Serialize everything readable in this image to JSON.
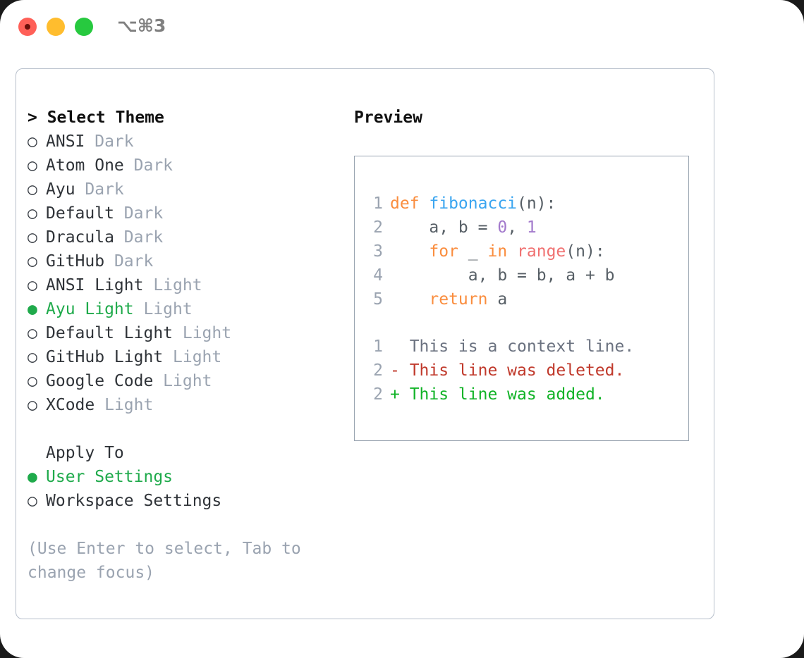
{
  "window": {
    "title": "⌥⌘3",
    "traffic_lights": [
      {
        "name": "close-button",
        "color": "#ff6058"
      },
      {
        "name": "minimize-button",
        "color": "#ffbd2e"
      },
      {
        "name": "maximize-button",
        "color": "#27c93f"
      }
    ]
  },
  "left": {
    "heading": "> Select Theme",
    "marker_selected": "●",
    "marker_unselected": "○",
    "themes": [
      {
        "label": "ANSI",
        "tag": "Dark",
        "selected": false
      },
      {
        "label": "Atom One",
        "tag": "Dark",
        "selected": false
      },
      {
        "label": "Ayu",
        "tag": "Dark",
        "selected": false
      },
      {
        "label": "Default",
        "tag": "Dark",
        "selected": false
      },
      {
        "label": "Dracula",
        "tag": "Dark",
        "selected": false
      },
      {
        "label": "GitHub",
        "tag": "Dark",
        "selected": false
      },
      {
        "label": "ANSI Light",
        "tag": "Light",
        "selected": false
      },
      {
        "label": "Ayu Light",
        "tag": "Light",
        "selected": true
      },
      {
        "label": "Default Light",
        "tag": "Light",
        "selected": false
      },
      {
        "label": "GitHub Light",
        "tag": "Light",
        "selected": false
      },
      {
        "label": "Google Code",
        "tag": "Light",
        "selected": false
      },
      {
        "label": "XCode",
        "tag": "Light",
        "selected": false
      }
    ],
    "apply_to_title": "Apply To",
    "apply_to": [
      {
        "label": "User Settings",
        "selected": true
      },
      {
        "label": "Workspace Settings",
        "selected": false
      }
    ],
    "hint": "(Use Enter to select, Tab to change focus)"
  },
  "right": {
    "heading": "Preview",
    "code": [
      {
        "num": "1",
        "tokens": [
          {
            "text": "def ",
            "type": "kw"
          },
          {
            "text": "fibonacci",
            "type": "fn"
          },
          {
            "text": "(n):",
            "type": "txt"
          }
        ]
      },
      {
        "num": "2",
        "tokens": [
          {
            "text": "    a, b = ",
            "type": "txt"
          },
          {
            "text": "0",
            "type": "num"
          },
          {
            "text": ", ",
            "type": "txt"
          },
          {
            "text": "1",
            "type": "num"
          }
        ]
      },
      {
        "num": "3",
        "tokens": [
          {
            "text": "    ",
            "type": "txt"
          },
          {
            "text": "for",
            "type": "kw"
          },
          {
            "text": " _ ",
            "type": "txt"
          },
          {
            "text": "in",
            "type": "kw"
          },
          {
            "text": " ",
            "type": "txt"
          },
          {
            "text": "range",
            "type": "call"
          },
          {
            "text": "(n):",
            "type": "txt"
          }
        ]
      },
      {
        "num": "4",
        "tokens": [
          {
            "text": "        a, b = b, a + b",
            "type": "txt"
          }
        ]
      },
      {
        "num": "5",
        "tokens": [
          {
            "text": "    ",
            "type": "txt"
          },
          {
            "text": "return",
            "type": "kw"
          },
          {
            "text": " a",
            "type": "txt"
          }
        ]
      }
    ],
    "diff": [
      {
        "num": "1",
        "sign": " ",
        "text": " This is a context line.",
        "type": "ctx"
      },
      {
        "num": "2",
        "sign": "-",
        "text": " This line was deleted.",
        "type": "del"
      },
      {
        "num": "2",
        "sign": "+",
        "text": " This line was added.",
        "type": "add"
      }
    ]
  },
  "colors": {
    "accent_green": "#1faa4b",
    "muted": "#9aa3b0",
    "keyword": "#fa8d3e",
    "function": "#3aa5f0",
    "number": "#a37acc",
    "call": "#f07171",
    "diff_add": "#11b327",
    "diff_del": "#c0392b"
  }
}
